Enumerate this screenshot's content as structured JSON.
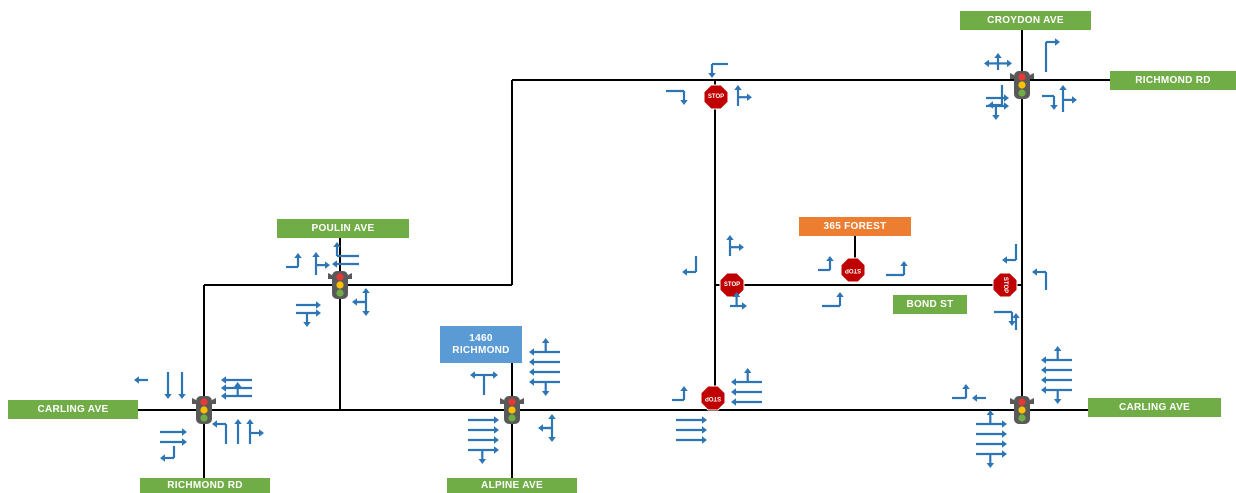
{
  "labels": {
    "croydon_ave": "CROYDON AVE",
    "richmond_rd_right": "RICHMOND RD",
    "poulin_ave": "POULIN AVE",
    "forest_365": "365 FOREST",
    "bond_st": "BOND ST",
    "richmond_1460_line1": "1460",
    "richmond_1460_line2": "RICHMOND",
    "carling_ave_left": "CARLING AVE",
    "carling_ave_right": "CARLING AVE",
    "richmond_rd_bottom": "RICHMOND RD",
    "alpine_ave": "ALPINE AVE"
  },
  "stop_sign_text": "STOP",
  "colors": {
    "road": "#000000",
    "street_label": "#70AD47",
    "site_label_orange": "#ED7D31",
    "site_label_blue": "#5B9BD5",
    "lane_arrow": "#2E75B6",
    "stop_sign": "#C00000",
    "signal_body": "#595959",
    "signal_red": "#E53935",
    "signal_yellow": "#FFC000",
    "signal_green": "#70AD47"
  },
  "icons": [
    "traffic-signal-icon",
    "stop-sign-icon",
    "lane-arrow-icon"
  ]
}
